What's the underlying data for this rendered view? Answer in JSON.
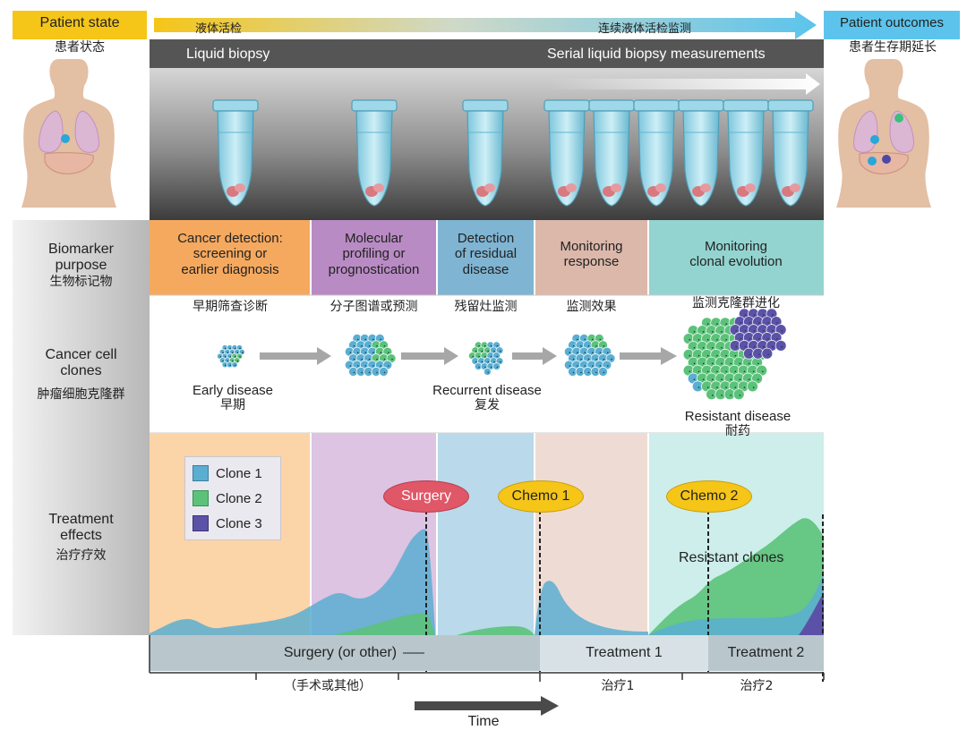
{
  "patient_state": {
    "title": "Patient state",
    "cn": "患者状态"
  },
  "patient_outcomes": {
    "title": "Patient outcomes",
    "cn": "患者生存期延长"
  },
  "top_arrow": {
    "left_cn": "液体活检",
    "right_cn": "连续液体活检监测"
  },
  "banner": {
    "left": "Liquid biopsy",
    "right": "Serial liquid biopsy measurements"
  },
  "rows": {
    "biomarker": {
      "en1": "Biomarker",
      "en2": "purpose",
      "cn": "生物标记物"
    },
    "clones": {
      "en1": "Cancer cell",
      "en2": "clones",
      "cn": "肿瘤细胞克隆群"
    },
    "treatment": {
      "en1": "Treatment",
      "en2": "effects",
      "cn": "治疗疗效"
    }
  },
  "purposes": [
    {
      "l1": "Cancer detection:",
      "l2": "screening or",
      "l3": "earlier diagnosis",
      "cn": "早期筛查诊断",
      "color": "#f5a95f"
    },
    {
      "l1": "Molecular",
      "l2": "profiling or",
      "l3": "prognostication",
      "cn": "分子图谱或预测",
      "color": "#b98bc4"
    },
    {
      "l1": "Detection",
      "l2": "of residual",
      "l3": "disease",
      "cn": "残留灶监测",
      "color": "#7fb4d2"
    },
    {
      "l1": "Monitoring",
      "l2": "response",
      "l3": "",
      "cn": "监测效果",
      "color": "#dcb8aa"
    },
    {
      "l1": "Monitoring",
      "l2": "clonal evolution",
      "l3": "",
      "cn": "监测克隆群进化",
      "color": "#93d4d0"
    }
  ],
  "clone_stages": {
    "early": "Early disease",
    "early_cn": "早期",
    "recurrent": "Recurrent disease",
    "recurrent_cn": "复发",
    "resistant": "Resistant disease",
    "resistant_cn": "耐药"
  },
  "legend": [
    {
      "label": "Clone 1",
      "color": "#5aaed1"
    },
    {
      "label": "Clone 2",
      "color": "#5cc27a"
    },
    {
      "label": "Clone 3",
      "color": "#5b52a8"
    }
  ],
  "events": {
    "surgery": "Surgery",
    "chemo1": "Chemo 1",
    "chemo2": "Chemo 2",
    "resistant_clones": "Resistant clones"
  },
  "phases": {
    "surgery": "Surgery (or other)",
    "surgery_cn": "（手术或其他）",
    "t1": "Treatment 1",
    "t1_cn": "治疗1",
    "t2": "Treatment 2",
    "t2_cn": "治疗2"
  },
  "time": "Time"
}
